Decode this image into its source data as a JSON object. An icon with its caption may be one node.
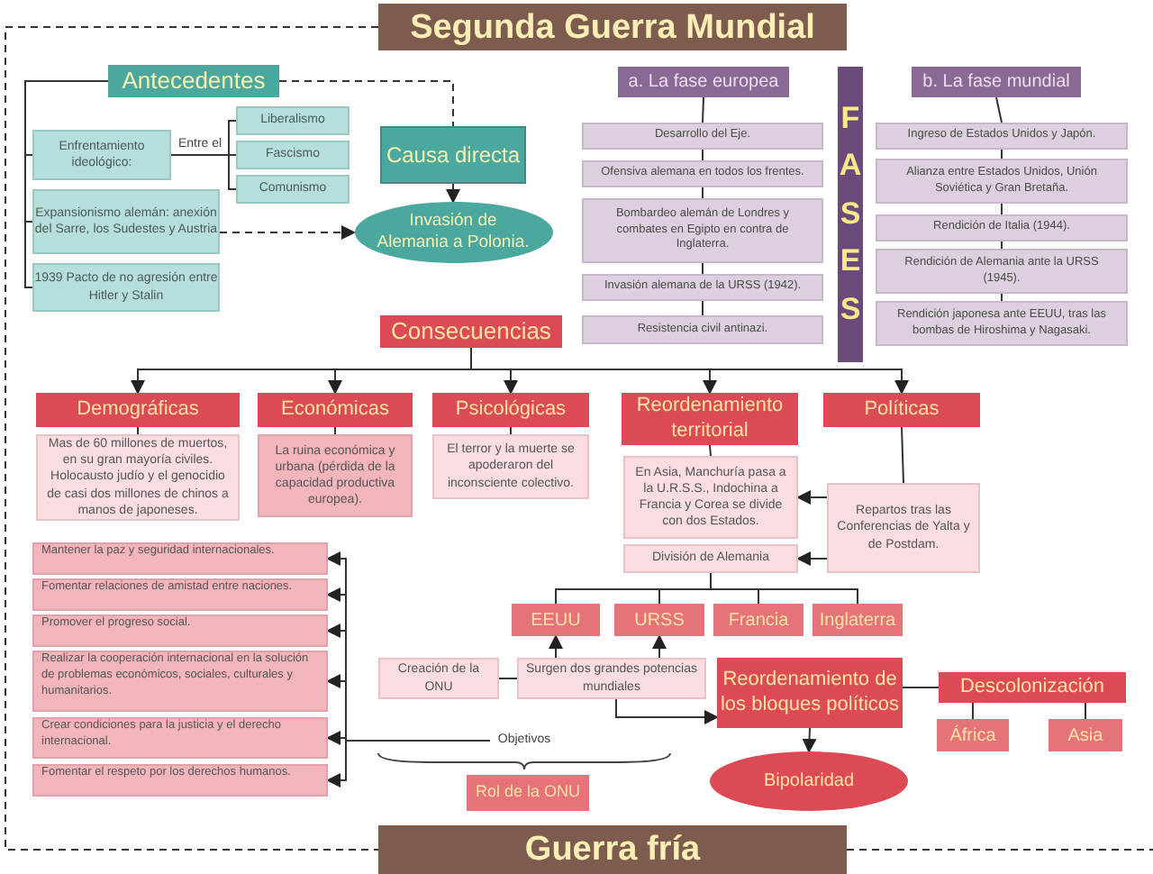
{
  "diagram": {
    "nodes": [
      {
        "text": [
          "Segunda Guerra Mundial"
        ]
      },
      {
        "text": [
          "Antecedentes"
        ]
      },
      {
        "text": [
          "Enfrentamiento ideológico:"
        ]
      },
      {
        "text": [
          "Liberalismo"
        ]
      },
      {
        "text": [
          "Fascismo"
        ]
      },
      {
        "text": [
          "Comunismo"
        ]
      },
      {
        "text": [
          "Expansionismo alemán: anexión del Sarre, los Sudestes y Austria"
        ]
      },
      {
        "text": [
          "1939 Pacto de no agresión entre Hitler y Stalin"
        ]
      },
      {
        "text": [
          "Causa directa"
        ]
      },
      {
        "text": [
          "Invasión de Alemania a Polonia."
        ]
      },
      {
        "text": [
          "Consecuencias"
        ]
      },
      {
        "text": [
          "a. La fase europea"
        ]
      },
      {
        "text": [
          "Desarrollo del Eje."
        ]
      },
      {
        "text": [
          "Ofensiva alemana en todos los frentes."
        ]
      },
      {
        "text": [
          "Bombardeo alemán de Londres y combates en Egipto en contra de Inglaterra."
        ]
      },
      {
        "text": [
          "Invasión alemana de la URSS (1942)."
        ]
      },
      {
        "text": [
          "Resistencia civil antinazi."
        ]
      },
      {
        "text": [
          "FASES"
        ]
      },
      {
        "text": [
          "b. La fase mundial"
        ]
      },
      {
        "text": [
          "Ingreso de Estados Unidos y Japón."
        ]
      },
      {
        "text": [
          "Alianza entre Estados Unidos, Unión Soviética y Gran Bretaña."
        ]
      },
      {
        "text": [
          "Rendición de Italia (1944)."
        ]
      },
      {
        "text": [
          "Rendición de Alemania ante la URSS (1945)."
        ]
      },
      {
        "text": [
          "Rendición japonesa ante EEUU, tras las bombas de Hiroshima y Nagasaki."
        ]
      },
      {
        "text": [
          "Demográficas"
        ]
      },
      {
        "text": [
          "Mas de 60 millones de muertos, en su gran mayoría civiles. Holocausto judío y el genocidio de casi dos millones de chinos a manos de japoneses."
        ]
      },
      {
        "text": [
          "Económicas"
        ]
      },
      {
        "text": [
          "La ruina económica y urbana (pérdida de la capacidad productiva europea)."
        ]
      },
      {
        "text": [
          "Psicológicas"
        ]
      },
      {
        "text": [
          "El terror y la muerte se apoderaron del inconsciente colectivo."
        ]
      },
      {
        "text": [
          "Reordenamiento territorial"
        ]
      },
      {
        "text": [
          "En Asia, Manchuría pasa a la U.R.S.S., Indochina a Francia y Corea se divide con dos Estados."
        ]
      },
      {
        "text": [
          "División de Alemania"
        ]
      },
      {
        "text": [
          "Políticas"
        ]
      },
      {
        "text": [
          "Repartos tras las Conferencias de Yalta y de Postdam."
        ]
      },
      {
        "text": [
          "EEUU"
        ]
      },
      {
        "text": [
          "URSS"
        ]
      },
      {
        "text": [
          "Francia"
        ]
      },
      {
        "text": [
          "Inglaterra"
        ]
      },
      {
        "text": [
          "Creación de la ONU"
        ]
      },
      {
        "text": [
          "Surgen dos grandes potencias mundiales"
        ]
      },
      {
        "text": [
          "Reordenamiento de los bloques políticos"
        ]
      },
      {
        "text": [
          "Descolonización"
        ]
      },
      {
        "text": [
          "África"
        ]
      },
      {
        "text": [
          "Asia"
        ]
      },
      {
        "text": [
          "Bipolaridad"
        ]
      },
      {
        "text": [
          "Rol de la ONU"
        ]
      },
      {
        "text": [
          "Objetivos"
        ]
      },
      {
        "text": [
          "Mantener la paz y seguridad internacionales."
        ]
      },
      {
        "text": [
          "Fomentar relaciones de amistad entre naciones."
        ]
      },
      {
        "text": [
          "Promover el progreso social."
        ]
      },
      {
        "text": [
          "Realizar la cooperación internacional en la solución de problemas económicos, sociales, culturales y humanitarios."
        ]
      },
      {
        "text": [
          "Crear condiciones para la justicia y el derecho internacional."
        ]
      },
      {
        "text": [
          "Fomentar el respeto por los derechos humanos."
        ]
      },
      {
        "text": [
          "Guerra fría"
        ]
      }
    ],
    "edges": [
      {
        "from": 1,
        "to": 2,
        "arrow": "none"
      },
      {
        "from": 1,
        "to": 6,
        "arrow": "none"
      },
      {
        "from": 1,
        "to": 7,
        "arrow": "none"
      },
      {
        "from": 2,
        "to": 3,
        "arrow": "none"
      },
      {
        "from": 2,
        "to": 4,
        "arrow": "none",
        "label": "Entre el"
      },
      {
        "from": 2,
        "to": 5,
        "arrow": "none"
      },
      {
        "from": 1,
        "to": 8,
        "arrow": "none",
        "style": "dashed"
      },
      {
        "from": 8,
        "to": 9,
        "arrow": "to"
      },
      {
        "from": 6,
        "to": 9,
        "arrow": "to",
        "style": "dashed"
      },
      {
        "from": 10,
        "to": 24,
        "arrow": "to"
      },
      {
        "from": 10,
        "to": 26,
        "arrow": "to"
      },
      {
        "from": 10,
        "to": 28,
        "arrow": "to"
      },
      {
        "from": 10,
        "to": 30,
        "arrow": "to"
      },
      {
        "from": 10,
        "to": 33,
        "arrow": "to"
      },
      {
        "from": 11,
        "to": 12,
        "arrow": "none"
      },
      {
        "from": 12,
        "to": 13,
        "arrow": "none"
      },
      {
        "from": 13,
        "to": 14,
        "arrow": "none"
      },
      {
        "from": 14,
        "to": 15,
        "arrow": "none"
      },
      {
        "from": 15,
        "to": 16,
        "arrow": "none"
      },
      {
        "from": 18,
        "to": 19,
        "arrow": "none"
      },
      {
        "from": 19,
        "to": 20,
        "arrow": "none"
      },
      {
        "from": 20,
        "to": 21,
        "arrow": "none"
      },
      {
        "from": 21,
        "to": 22,
        "arrow": "none"
      },
      {
        "from": 22,
        "to": 23,
        "arrow": "none"
      },
      {
        "from": 24,
        "to": 25,
        "arrow": "none"
      },
      {
        "from": 26,
        "to": 27,
        "arrow": "none"
      },
      {
        "from": 28,
        "to": 29,
        "arrow": "none"
      },
      {
        "from": 30,
        "to": 31,
        "arrow": "none"
      },
      {
        "from": 33,
        "to": 34,
        "arrow": "none"
      },
      {
        "from": 34,
        "to": 31,
        "arrow": "to"
      },
      {
        "from": 34,
        "to": 32,
        "arrow": "to"
      },
      {
        "from": 32,
        "to": 35,
        "arrow": "none"
      },
      {
        "from": 32,
        "to": 36,
        "arrow": "none"
      },
      {
        "from": 32,
        "to": 37,
        "arrow": "none"
      },
      {
        "from": 32,
        "to": 38,
        "arrow": "none"
      },
      {
        "from": 39,
        "to": 40,
        "arrow": "none"
      },
      {
        "from": 40,
        "to": 35,
        "arrow": "to"
      },
      {
        "from": 40,
        "to": 36,
        "arrow": "to"
      },
      {
        "from": 40,
        "to": 41,
        "arrow": "to"
      },
      {
        "from": 41,
        "to": 45,
        "arrow": "to"
      },
      {
        "from": 41,
        "to": 42,
        "arrow": "none"
      },
      {
        "from": 42,
        "to": 43,
        "arrow": "none"
      },
      {
        "from": 42,
        "to": 44,
        "arrow": "none"
      },
      {
        "from": 47,
        "to": 48,
        "arrow": "to"
      },
      {
        "from": 47,
        "to": 49,
        "arrow": "to"
      },
      {
        "from": 47,
        "to": 50,
        "arrow": "to"
      },
      {
        "from": 47,
        "to": 51,
        "arrow": "to"
      },
      {
        "from": 47,
        "to": 52,
        "arrow": "to"
      },
      {
        "from": 47,
        "to": 53,
        "arrow": "to"
      },
      {
        "from": 0,
        "to": 54,
        "arrow": "none",
        "style": "dashed"
      },
      {
        "from": 54,
        "to": null,
        "arrow": "none",
        "style": "dashed"
      }
    ]
  }
}
